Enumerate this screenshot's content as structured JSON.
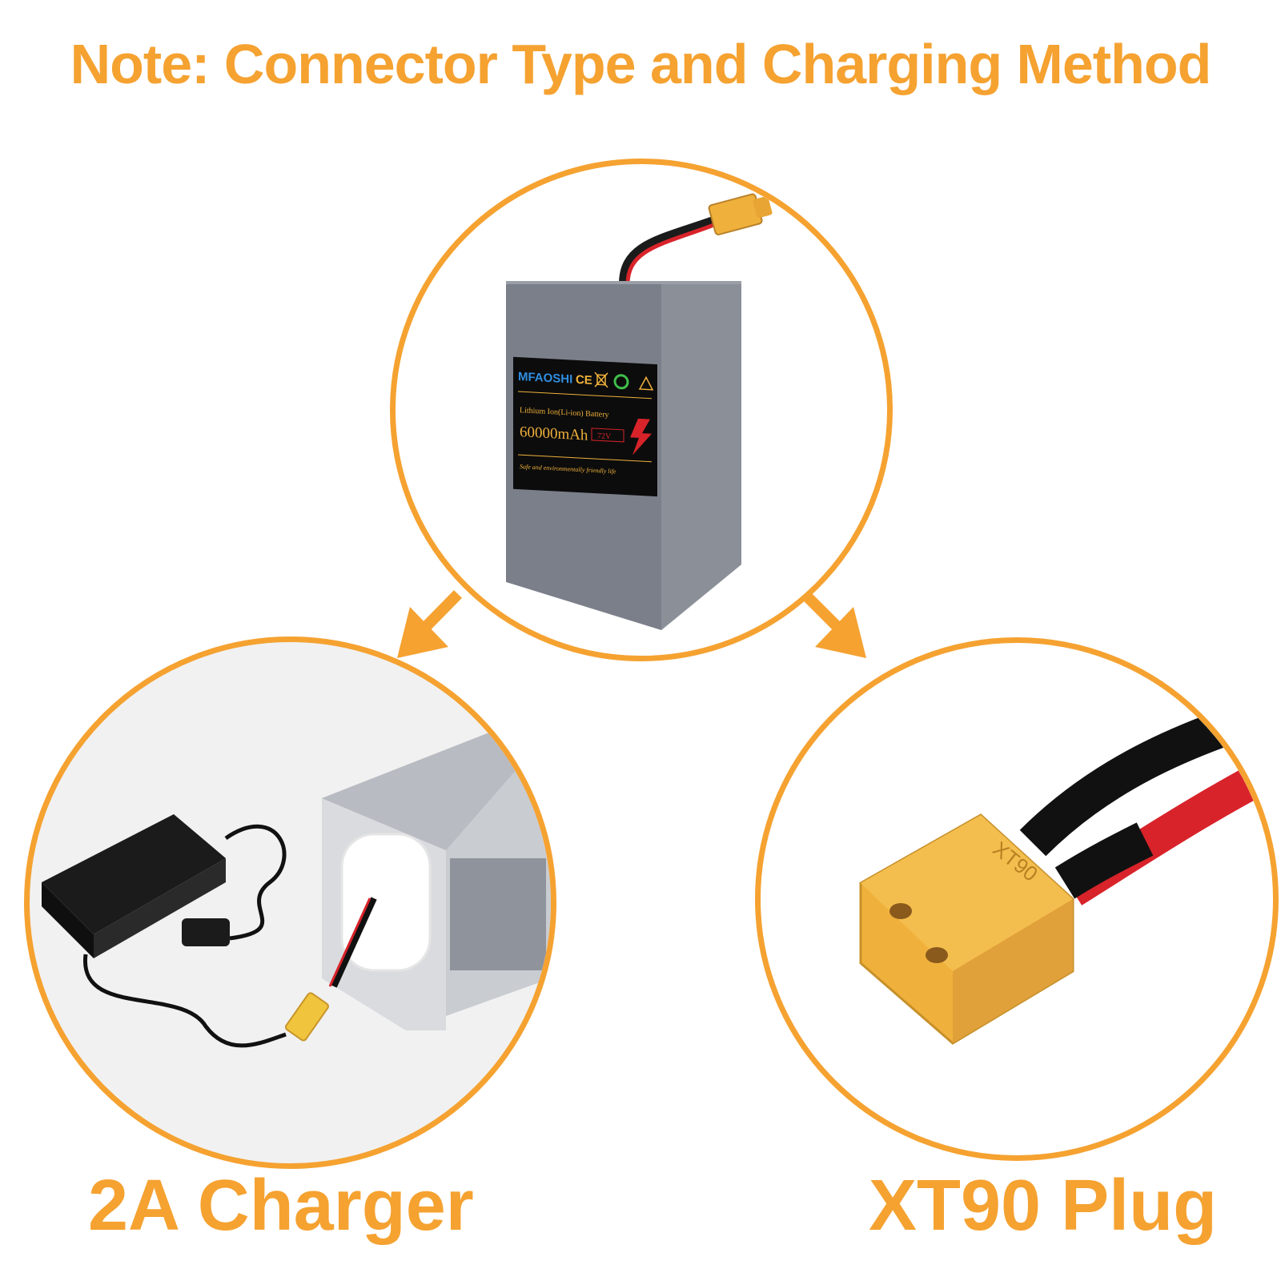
{
  "headline": "Note: Connector Type and Charging Method",
  "captions": {
    "left": "2A Charger",
    "right": "XT90 Plug"
  },
  "battery_label": {
    "brand": "MFAOSHI",
    "cert": "CE",
    "type": "Lithium Ion(Li-ion) Battery",
    "capacity": "60000mAh",
    "voltage": "72V",
    "slogan": "Safe and environmentally friendly life"
  },
  "plug_text": "XT90",
  "colors": {
    "accent": "#f5a231",
    "battery_gray": "#7b7f8a",
    "connector_yellow": "#f0b13c",
    "wire_red": "#d8232a",
    "charger_black": "#1b1b1b"
  },
  "icons": [
    "arrow-down-left-icon",
    "arrow-down-right-icon",
    "lightning-icon",
    "recycle-icon",
    "warning-icon",
    "weee-bin-icon"
  ]
}
